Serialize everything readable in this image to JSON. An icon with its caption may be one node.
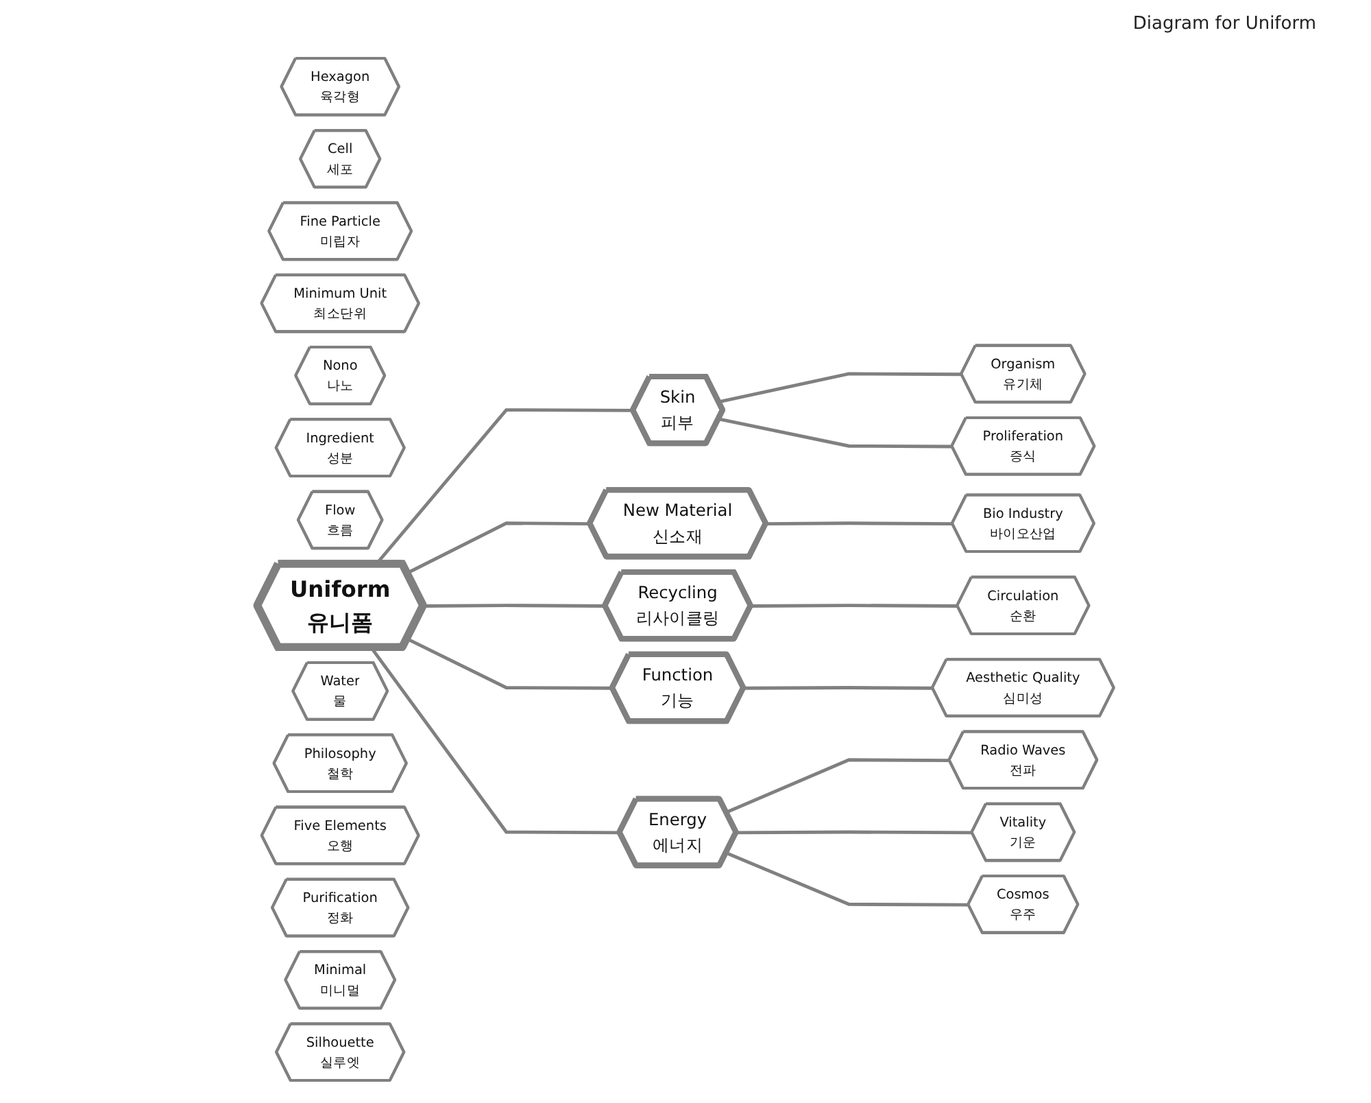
{
  "diagram": {
    "title": "Diagram for Uniform",
    "nodes": [
      {
        "text": [
          "Hexagon",
          "육각형"
        ]
      },
      {
        "text": [
          "Proliferation",
          "증식"
        ]
      },
      {
        "text": [
          "Cell",
          "세포"
        ]
      },
      {
        "text": [
          "Fine Particle",
          "미립자"
        ]
      },
      {
        "text": [
          "Organism",
          "유기체"
        ]
      },
      {
        "text": [
          "Minimum Unit",
          "최소단위"
        ]
      },
      {
        "text": [
          "Nono",
          "나노"
        ]
      },
      {
        "text": [
          "Ingredient",
          "성분"
        ]
      },
      {
        "text": [
          "Skin",
          "피부"
        ]
      },
      {
        "text": [
          "Bio Industry",
          "바이오산업"
        ]
      },
      {
        "text": [
          "New Material",
          "신소재"
        ]
      },
      {
        "text": [
          "Uniform",
          "유니폼"
        ]
      },
      {
        "text": [
          "Radio Waves",
          "전파"
        ]
      },
      {
        "text": [
          "Energy",
          "에너지"
        ]
      },
      {
        "text": [
          "Recycling",
          "리사이클링"
        ]
      },
      {
        "text": [
          "Flow",
          "흐름"
        ]
      },
      {
        "text": [
          "Water",
          "물"
        ]
      },
      {
        "text": [
          "Circulation",
          "순환"
        ]
      },
      {
        "text": [
          "Vitality",
          "기운"
        ]
      },
      {
        "text": [
          "Function",
          "기능"
        ]
      },
      {
        "text": [
          "Philosophy",
          "철학"
        ]
      },
      {
        "text": [
          "Five Elements",
          "오행"
        ]
      },
      {
        "text": [
          "Cosmos",
          "우주"
        ]
      },
      {
        "text": [
          "Purification",
          "정화"
        ]
      },
      {
        "text": [
          "Aesthetic Quality",
          "심미성"
        ]
      },
      {
        "text": [
          "Minimal",
          "미니멀"
        ]
      },
      {
        "text": [
          "Silhouette",
          "실루엣"
        ]
      }
    ],
    "edges": [
      {
        "from": 11,
        "to": 8,
        "arrow": "none"
      },
      {
        "from": 11,
        "to": 10,
        "arrow": "none"
      },
      {
        "from": 11,
        "to": 14,
        "arrow": "none"
      },
      {
        "from": 11,
        "to": 19,
        "arrow": "none"
      },
      {
        "from": 11,
        "to": 13,
        "arrow": "none"
      },
      {
        "from": 8,
        "to": 4,
        "arrow": "none"
      },
      {
        "from": 8,
        "to": 1,
        "arrow": "none"
      },
      {
        "from": 10,
        "to": 9,
        "arrow": "none"
      },
      {
        "from": 14,
        "to": 17,
        "arrow": "none"
      },
      {
        "from": 19,
        "to": 24,
        "arrow": "none"
      },
      {
        "from": 13,
        "to": 12,
        "arrow": "none"
      },
      {
        "from": 13,
        "to": 18,
        "arrow": "none"
      },
      {
        "from": 13,
        "to": 22,
        "arrow": "none"
      }
    ]
  }
}
